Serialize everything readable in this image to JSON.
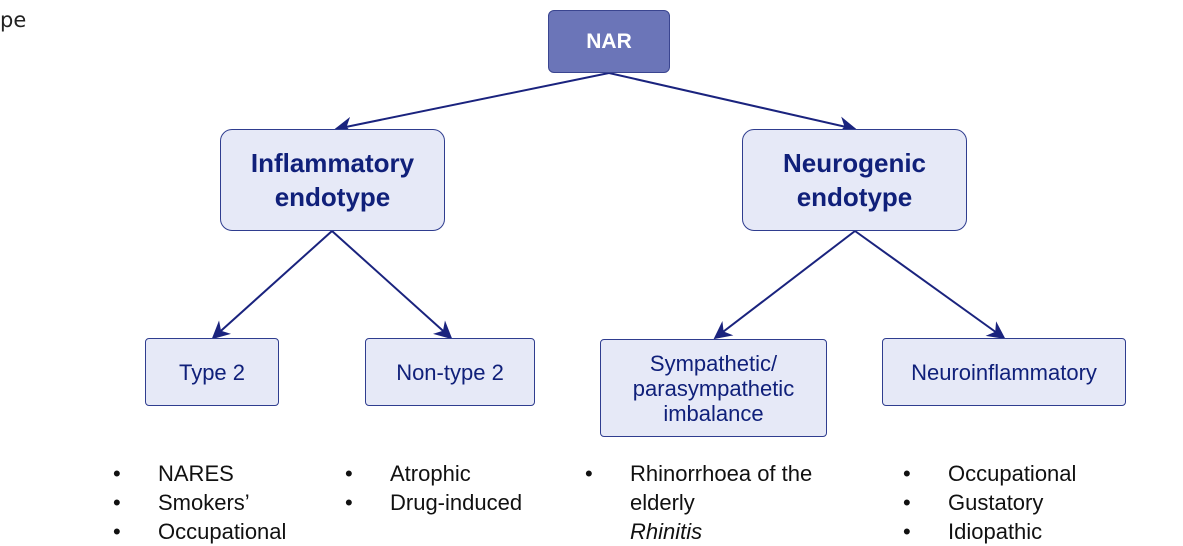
{
  "corner_text": "pe",
  "nodes": {
    "root": "NAR",
    "inflammatory": "Inflammatory\nendotype",
    "neurogenic": "Neurogenic\nendotype",
    "type2": "Type 2",
    "nontype2": "Non-type 2",
    "sympathetic": "Sympathetic/\nparasympathetic\nimbalance",
    "neuroinflammatory": "Neuroinflammatory"
  },
  "lists": {
    "type2": [
      "NARES",
      "Smokers’",
      "Occupational"
    ],
    "nontype2": [
      "Atrophic",
      "Drug-induced"
    ],
    "sympathetic": [
      "Rhinorrhoea of the",
      "elderly",
      "Rhinitis"
    ],
    "neuroinflammatory": [
      "Occupational",
      "Gustatory",
      "Idiopathic"
    ]
  },
  "colors": {
    "node_fill": "#e6e9f7",
    "node_border": "#2f3d8f",
    "root_fill": "#6b75b8",
    "arrow": "#1a237e",
    "text_dark": "#10207a"
  }
}
